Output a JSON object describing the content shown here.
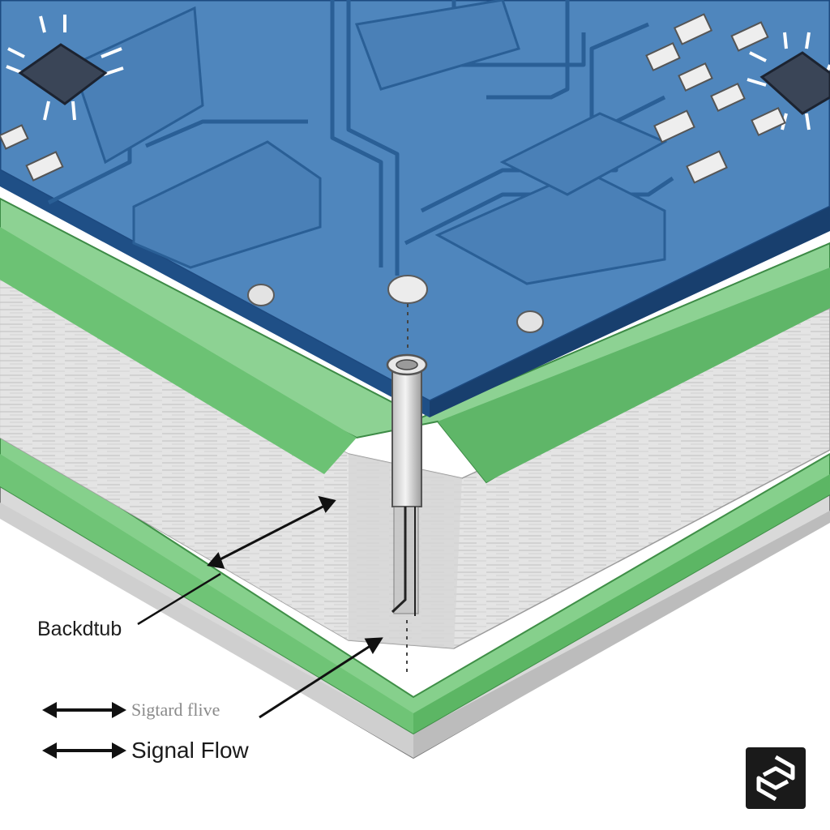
{
  "annotations": {
    "stub_label": "Backdtub"
  },
  "legend": [
    {
      "label": "Sigtard flive"
    },
    {
      "label": "Signal Flow"
    }
  ],
  "colors": {
    "board_top": "#4f86bd",
    "board_edge": "#1f4f86",
    "trace": "#2f6aa3",
    "prepreg_green": "#7fce85",
    "core_gray": "#e6e6e6",
    "via_metal": "#d7d7d7"
  }
}
